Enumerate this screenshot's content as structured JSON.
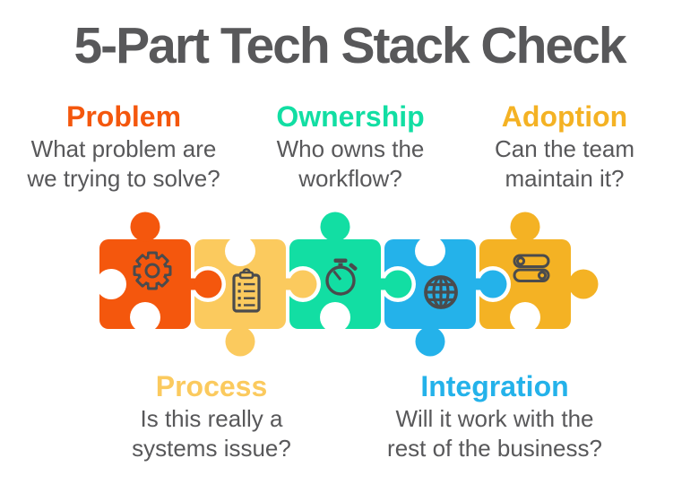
{
  "background": "#FFFFFF",
  "title": {
    "text": "5-Part Tech Stack Check",
    "color": "#58585A"
  },
  "text_color": "#58585A",
  "icon_color": "#4A4B4D",
  "sections": [
    {
      "name": "problem",
      "label": "Problem",
      "question": "What problem are\nwe trying to solve?",
      "color": "#F4570D",
      "icon": "gear-icon",
      "label_position": "top"
    },
    {
      "name": "process",
      "label": "Process",
      "question": "Is this really a\nsystems issue?",
      "color": "#FBCA5E",
      "icon": "clipboard-icon",
      "label_position": "bottom"
    },
    {
      "name": "ownership",
      "label": "Ownership",
      "question": "Who owns the\nworkflow?",
      "color": "#12DEA3",
      "icon": "stopwatch-icon",
      "label_position": "top"
    },
    {
      "name": "integration",
      "label": "Integration",
      "question": "Will it work with the\nrest of the business?",
      "color": "#24B2EA",
      "icon": "globe-icon",
      "label_position": "bottom"
    },
    {
      "name": "adoption",
      "label": "Adoption",
      "question": "Can the team\nmaintain it?",
      "color": "#F4B224",
      "icon": "toggles-icon",
      "label_position": "top"
    }
  ]
}
